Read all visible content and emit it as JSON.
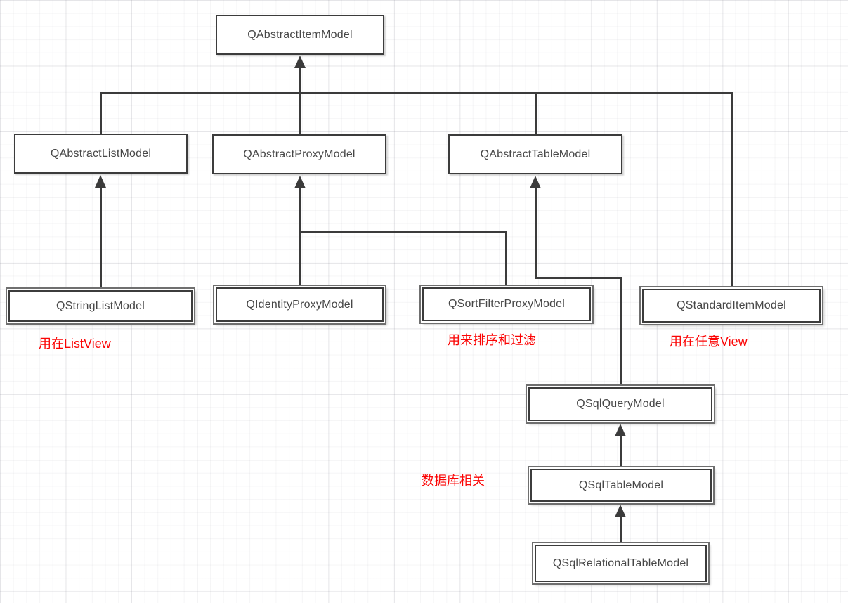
{
  "nodes": [
    {
      "id": "qabstractitemmodel",
      "label": "QAbstractItemModel",
      "style": "single"
    },
    {
      "id": "qabstractlistmodel",
      "label": "QAbstractListModel",
      "style": "single"
    },
    {
      "id": "qabstractproxymodel",
      "label": "QAbstractProxyModel",
      "style": "single"
    },
    {
      "id": "qabstracttablemodel",
      "label": "QAbstractTableModel",
      "style": "single"
    },
    {
      "id": "qstringlistmodel",
      "label": "QStringListModel",
      "style": "double"
    },
    {
      "id": "qidentityproxymodel",
      "label": "QIdentityProxyModel",
      "style": "double"
    },
    {
      "id": "qsortfilterproxymodel",
      "label": "QSortFilterProxyModel",
      "style": "double"
    },
    {
      "id": "qstandarditemmodel",
      "label": "QStandardItemModel",
      "style": "double"
    },
    {
      "id": "qsqlquerymodel",
      "label": "QSqlQueryModel",
      "style": "double"
    },
    {
      "id": "qsqltablemodel",
      "label": "QSqlTableModel",
      "style": "double"
    },
    {
      "id": "qsqlrelationaltablemodel",
      "label": "QSqlRelationalTableModel",
      "style": "double"
    }
  ],
  "edges": [
    {
      "from": "QAbstractListModel",
      "to": "QAbstractItemModel"
    },
    {
      "from": "QAbstractProxyModel",
      "to": "QAbstractItemModel"
    },
    {
      "from": "QAbstractTableModel",
      "to": "QAbstractItemModel"
    },
    {
      "from": "QStandardItemModel",
      "to": "QAbstractItemModel"
    },
    {
      "from": "QStringListModel",
      "to": "QAbstractListModel"
    },
    {
      "from": "QIdentityProxyModel",
      "to": "QAbstractProxyModel"
    },
    {
      "from": "QSortFilterProxyModel",
      "to": "QAbstractProxyModel"
    },
    {
      "from": "QSqlQueryModel",
      "to": "QAbstractTableModel"
    },
    {
      "from": "QSqlTableModel",
      "to": "QSqlQueryModel"
    },
    {
      "from": "QSqlRelationalTableModel",
      "to": "QSqlTableModel"
    }
  ],
  "annotations": [
    {
      "text": "用在ListView"
    },
    {
      "text": "用来排序和过滤"
    },
    {
      "text": "用在任意View"
    },
    {
      "text": "数据库相关"
    }
  ],
  "icons": {
    "arrowhead": "triangle-up"
  },
  "colors": {
    "connector": "#3b3b3b",
    "box_border": "#3c3c3c",
    "annotation_red": "#fb0404",
    "background": "#ffffff",
    "grid_line": "#f0f0f3"
  }
}
